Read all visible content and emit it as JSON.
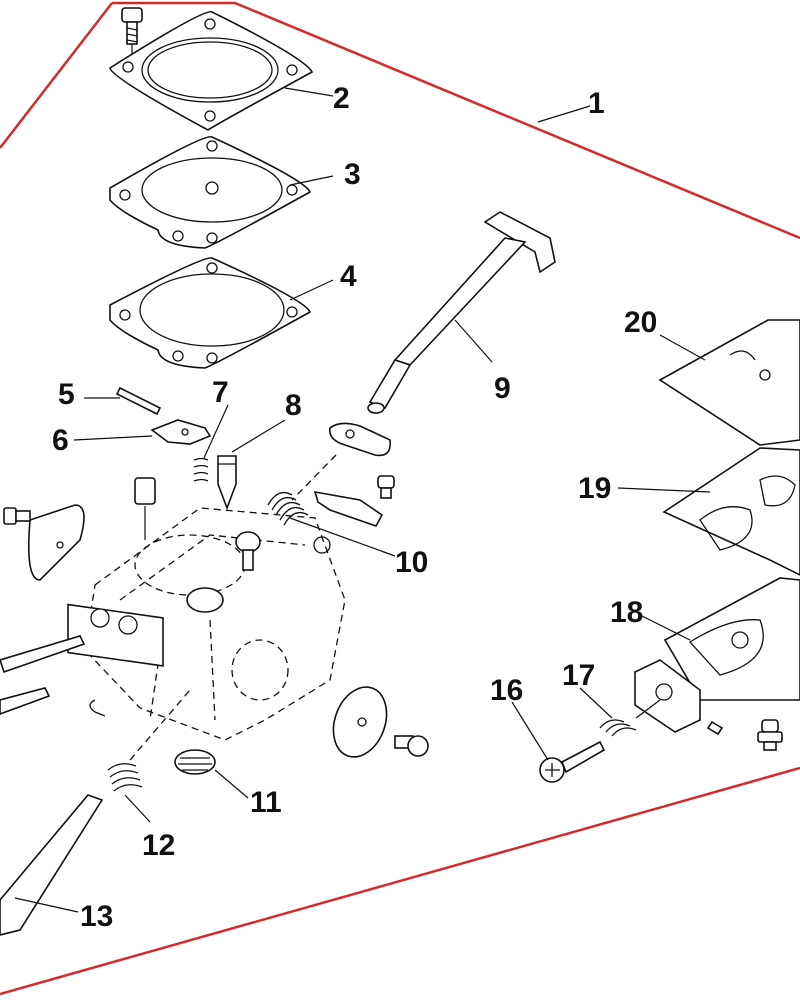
{
  "diagram": {
    "border_color": "#d42a2a",
    "callouts": {
      "c1": "1",
      "c2": "2",
      "c3": "3",
      "c4": "4",
      "c5": "5",
      "c6": "6",
      "c7": "7",
      "c8": "8",
      "c9": "9",
      "c10": "10",
      "c11": "11",
      "c12": "12",
      "c13": "13",
      "c16": "16",
      "c17": "17",
      "c18": "18",
      "c19": "19",
      "c20": "20"
    }
  }
}
